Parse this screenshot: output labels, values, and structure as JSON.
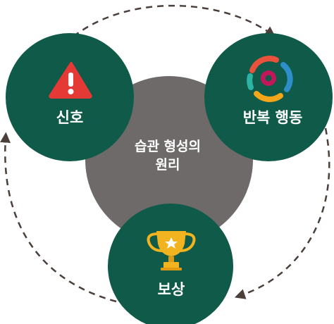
{
  "center": {
    "line1": "습관 형성의",
    "line2": "원리"
  },
  "nodes": {
    "cue": {
      "label": "신호",
      "icon": "warning-triangle-icon"
    },
    "routine": {
      "label": "반복 행동",
      "icon": "cycle-gear-icon"
    },
    "reward": {
      "label": "보상",
      "icon": "trophy-icon"
    }
  },
  "colors": {
    "node_fill": "#0f5a48",
    "center_fill": "#6f6a6a",
    "dash": "#4a3f3a",
    "warning": "#e53935",
    "trophy": "#f2b320"
  }
}
